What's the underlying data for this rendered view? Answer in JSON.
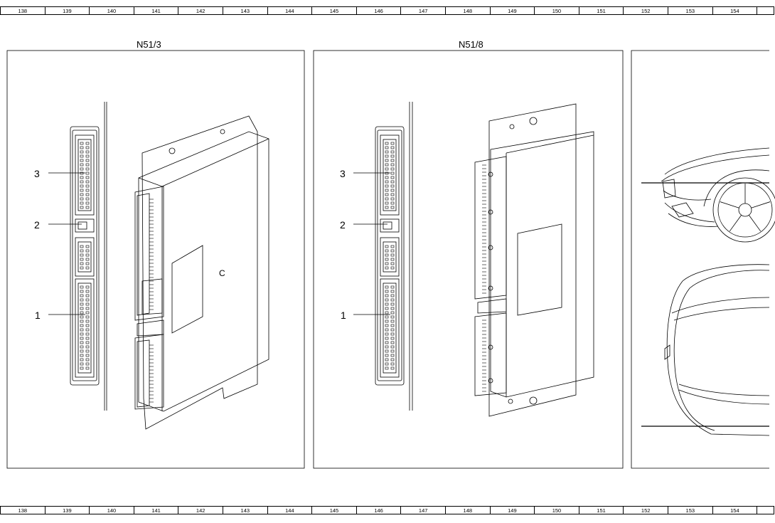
{
  "ruler_numbers": [
    "138",
    "139",
    "140",
    "141",
    "142",
    "143",
    "144",
    "145",
    "146",
    "147",
    "148",
    "149",
    "150",
    "151",
    "152",
    "153",
    "154",
    ""
  ],
  "panels": [
    {
      "title": "N51/3",
      "callouts": [
        "3",
        "2",
        "1"
      ]
    },
    {
      "title": "N51/8",
      "callouts": [
        "3",
        "2",
        "1"
      ]
    }
  ]
}
